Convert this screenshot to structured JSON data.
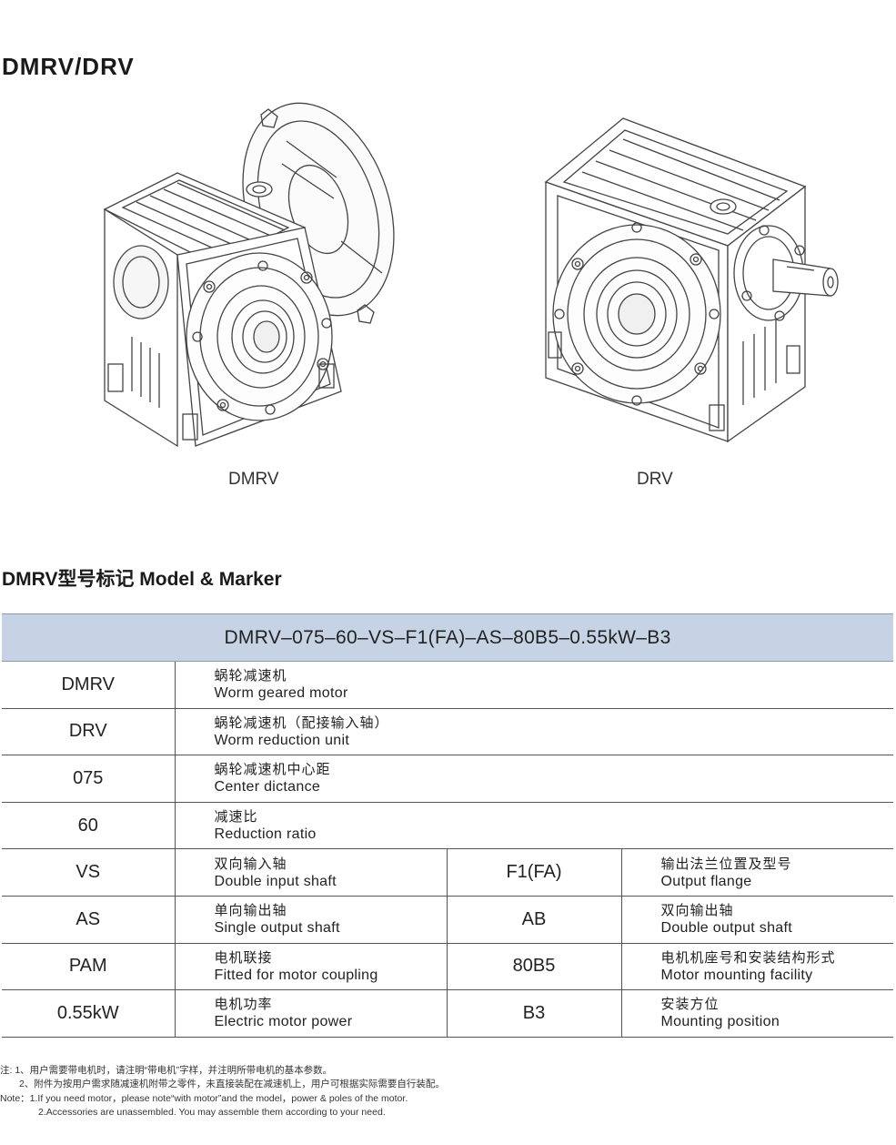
{
  "page": {
    "title": "DMRV/DRV",
    "subtitle": "DMRV型号标记 Model & Marker"
  },
  "products": [
    {
      "caption": "DMRV"
    },
    {
      "caption": "DRV"
    }
  ],
  "table": {
    "header": "DMRV–075–60–VS–F1(FA)–AS–80B5–0.55kW–B3",
    "full_rows": [
      {
        "code": "DMRV",
        "cn": "蜗轮减速机",
        "en": "Worm geared motor"
      },
      {
        "code": "DRV",
        "cn": "蜗轮减速机（配接输入轴）",
        "en": "Worm reduction unit"
      },
      {
        "code": "075",
        "cn": "蜗轮减速机中心距",
        "en": "Center dictance"
      },
      {
        "code": "60",
        "cn": "减速比",
        "en": "Reduction ratio"
      }
    ],
    "split_rows": [
      {
        "code": "VS",
        "cn": "双向输入轴",
        "en": "Double input shaft",
        "code2": "F1(FA)",
        "cn2": "输出法兰位置及型号",
        "en2": "Output flange"
      },
      {
        "code": "AS",
        "cn": "单向输出轴",
        "en": "Single output shaft",
        "code2": "AB",
        "cn2": "双向输出轴",
        "en2": "Double output shaft"
      },
      {
        "code": "PAM",
        "cn": "电机联接",
        "en": "Fitted for motor coupling",
        "code2": "80B5",
        "cn2": "电机机座号和安装结构形式",
        "en2": "Motor mounting facility"
      },
      {
        "code": "0.55kW",
        "cn": "电机功率",
        "en": "Electric motor power",
        "code2": "B3",
        "cn2": "安装方位",
        "en2": "Mounting position"
      }
    ]
  },
  "notes": [
    "注: 1、用户需要带电机时，请注明“带电机”字样，并注明所带电机的基本参数。",
    "　　2、附件为按用户需求随减速机附带之零件，未直接装配在减速机上，用户可根据实际需要自行装配。",
    "Note：1.If you need motor，please note“with motor”and the model，power & poles of the motor.",
    "　　　　2.Accessories are unassembled. You may assemble them according to your need."
  ]
}
